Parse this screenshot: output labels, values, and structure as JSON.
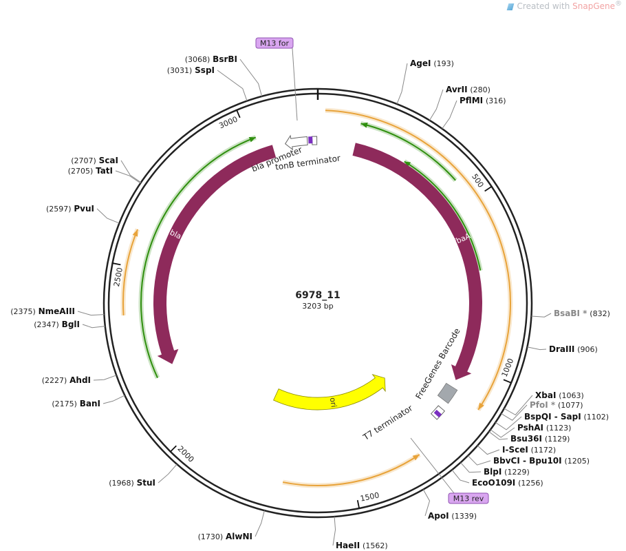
{
  "watermark": {
    "prefix": "Created with ",
    "brand": "SnapGene",
    "reg": "®"
  },
  "plasmid": {
    "name": "6978_11",
    "size_label": "3203 bp",
    "length": 3203
  },
  "ticks": [
    {
      "pos": 500,
      "label": "500"
    },
    {
      "pos": 1000,
      "label": "1000"
    },
    {
      "pos": 1500,
      "label": "1500"
    },
    {
      "pos": 2000,
      "label": "2000"
    },
    {
      "pos": 2500,
      "label": "2500"
    },
    {
      "pos": 3000,
      "label": "3000"
    }
  ],
  "sites": [
    {
      "name": "AgeI",
      "pos_label": "(193)",
      "pos": 193
    },
    {
      "name": "AvrII",
      "pos_label": "(280)",
      "pos": 280
    },
    {
      "name": "PflMI",
      "pos_label": "(316)",
      "pos": 316
    },
    {
      "name": "BsaBI *",
      "pos_label": "(832)",
      "pos": 832,
      "gray": true
    },
    {
      "name": "DraIII",
      "pos_label": "(906)",
      "pos": 906
    },
    {
      "name": "XbaI",
      "pos_label": "(1063)",
      "pos": 1063
    },
    {
      "name": "PfoI *",
      "pos_label": "(1077)",
      "pos": 1077,
      "gray": true
    },
    {
      "name": "BspQI - SapI",
      "pos_label": "(1102)",
      "pos": 1102
    },
    {
      "name": "PshAI",
      "pos_label": "(1123)",
      "pos": 1123
    },
    {
      "name": "Bsu36I",
      "pos_label": "(1129)",
      "pos": 1129
    },
    {
      "name": "I-SceI",
      "pos_label": "(1172)",
      "pos": 1172
    },
    {
      "name": "BbvCI - Bpu10I",
      "pos_label": "(1205)",
      "pos": 1205
    },
    {
      "name": "BlpI",
      "pos_label": "(1229)",
      "pos": 1229
    },
    {
      "name": "EcoO109I",
      "pos_label": "(1256)",
      "pos": 1256
    },
    {
      "name": "ApoI",
      "pos_label": "(1339)",
      "pos": 1339
    },
    {
      "name": "HaeII",
      "pos_label": "(1562)",
      "pos": 1562
    },
    {
      "name": "AlwNI",
      "pos_label": "(1730)",
      "pos": 1730
    },
    {
      "name": "StuI",
      "pos_label": "(1968)",
      "pos": 1968
    },
    {
      "name": "BanI",
      "pos_label": "(2175)",
      "pos": 2175
    },
    {
      "name": "AhdI",
      "pos_label": "(2227)",
      "pos": 2227
    },
    {
      "name": "BglI",
      "pos_label": "(2347)",
      "pos": 2347
    },
    {
      "name": "NmeAIII",
      "pos_label": "(2375)",
      "pos": 2375
    },
    {
      "name": "PvuI",
      "pos_label": "(2597)",
      "pos": 2597
    },
    {
      "name": "TatI",
      "pos_label": "(2705)",
      "pos": 2705
    },
    {
      "name": "ScaI",
      "pos_label": "(2707)",
      "pos": 2707
    },
    {
      "name": "SspI",
      "pos_label": "(3031)",
      "pos": 3031
    },
    {
      "name": "BsrBI",
      "pos_label": "(3068)",
      "pos": 3068
    }
  ],
  "features": [
    {
      "name": "fbaA",
      "start": 118,
      "end": 1060,
      "dir": 1,
      "color": "#8e2a5b",
      "type": "CDS"
    },
    {
      "name": "bla",
      "start": 2200,
      "end": 3060,
      "dir": -1,
      "color": "#8e2a5b",
      "type": "CDS"
    },
    {
      "name": "ori",
      "start": 1230,
      "end": 1820,
      "dir": -1,
      "color": "#ffff00",
      "type": "rep_origin"
    },
    {
      "name": "FreeGenes Barcode",
      "start": 1085,
      "end": 1135,
      "dir": 0,
      "color": "#a3a8ad",
      "type": "misc"
    },
    {
      "name": "T7 terminator",
      "start": 1160,
      "end": 1195,
      "dir": 0,
      "color": "#ffffff",
      "type": "terminator"
    },
    {
      "name": "bla promoter",
      "start": 3100,
      "end": 3170,
      "dir": -1,
      "color": "#ffffff",
      "type": "promoter"
    },
    {
      "name": "tonB terminator",
      "start": 3185,
      "end": 3200,
      "dir": 0,
      "color": "#ffffff",
      "type": "terminator"
    }
  ],
  "primers": [
    {
      "name": "M13 for",
      "pos": 3180
    },
    {
      "name": "M13 rev",
      "pos": 1180
    }
  ],
  "orfs": [
    {
      "start": 20,
      "end": 1100,
      "dir": 1,
      "color": "#e8a33a"
    },
    {
      "start": 1300,
      "end": 1700,
      "dir": -1,
      "color": "#e8a33a"
    },
    {
      "start": 2370,
      "end": 2600,
      "dir": 1,
      "color": "#e8a33a"
    },
    {
      "start": 120,
      "end": 430,
      "dir": -1,
      "color": "#2f8f0e"
    },
    {
      "start": 280,
      "end": 700,
      "dir": -1,
      "color": "#2f8f0e"
    },
    {
      "start": 2180,
      "end": 3020,
      "dir": 1,
      "color": "#2f8f0e"
    }
  ],
  "colors": {
    "backbone": "#222222",
    "cds": "#8e2a5b",
    "primer": "#d9a6f0",
    "primer_border": "#8e52b0",
    "gray_label": "#888888"
  }
}
